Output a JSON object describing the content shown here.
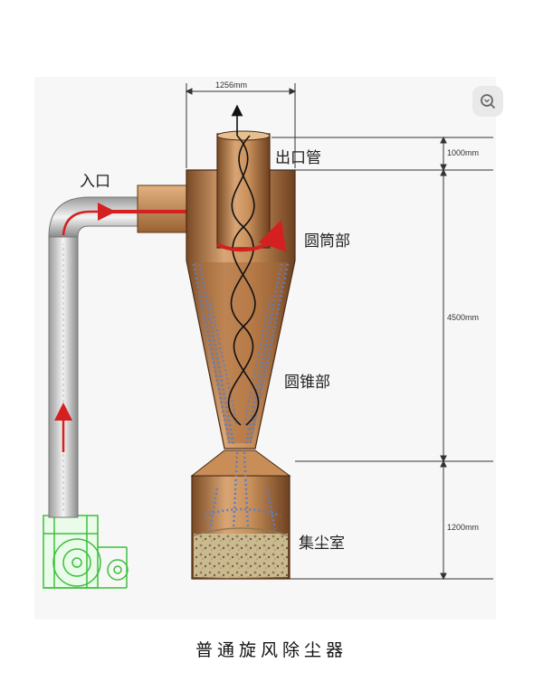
{
  "labels": {
    "inlet": "入口",
    "outlet_pipe": "出口管",
    "cylinder_section": "圆筒部",
    "cone_section": "圆锥部",
    "dust_chamber": "集尘室"
  },
  "dimensions": {
    "top_width": "1256mm",
    "outlet_height": "1000mm",
    "body_height": "4500mm",
    "chamber_height": "1200mm"
  },
  "caption": "普通旋风除尘器",
  "colors": {
    "copper_light": "#d9a574",
    "copper_mid": "#b97a45",
    "copper_dark": "#7a4a25",
    "dust_blue": "#5b7fc4",
    "airflow_red": "#d42020",
    "fan_green": "#3cbf3c",
    "dust_pile": "#c7b58f"
  },
  "icons": {
    "search": "search-icon"
  }
}
